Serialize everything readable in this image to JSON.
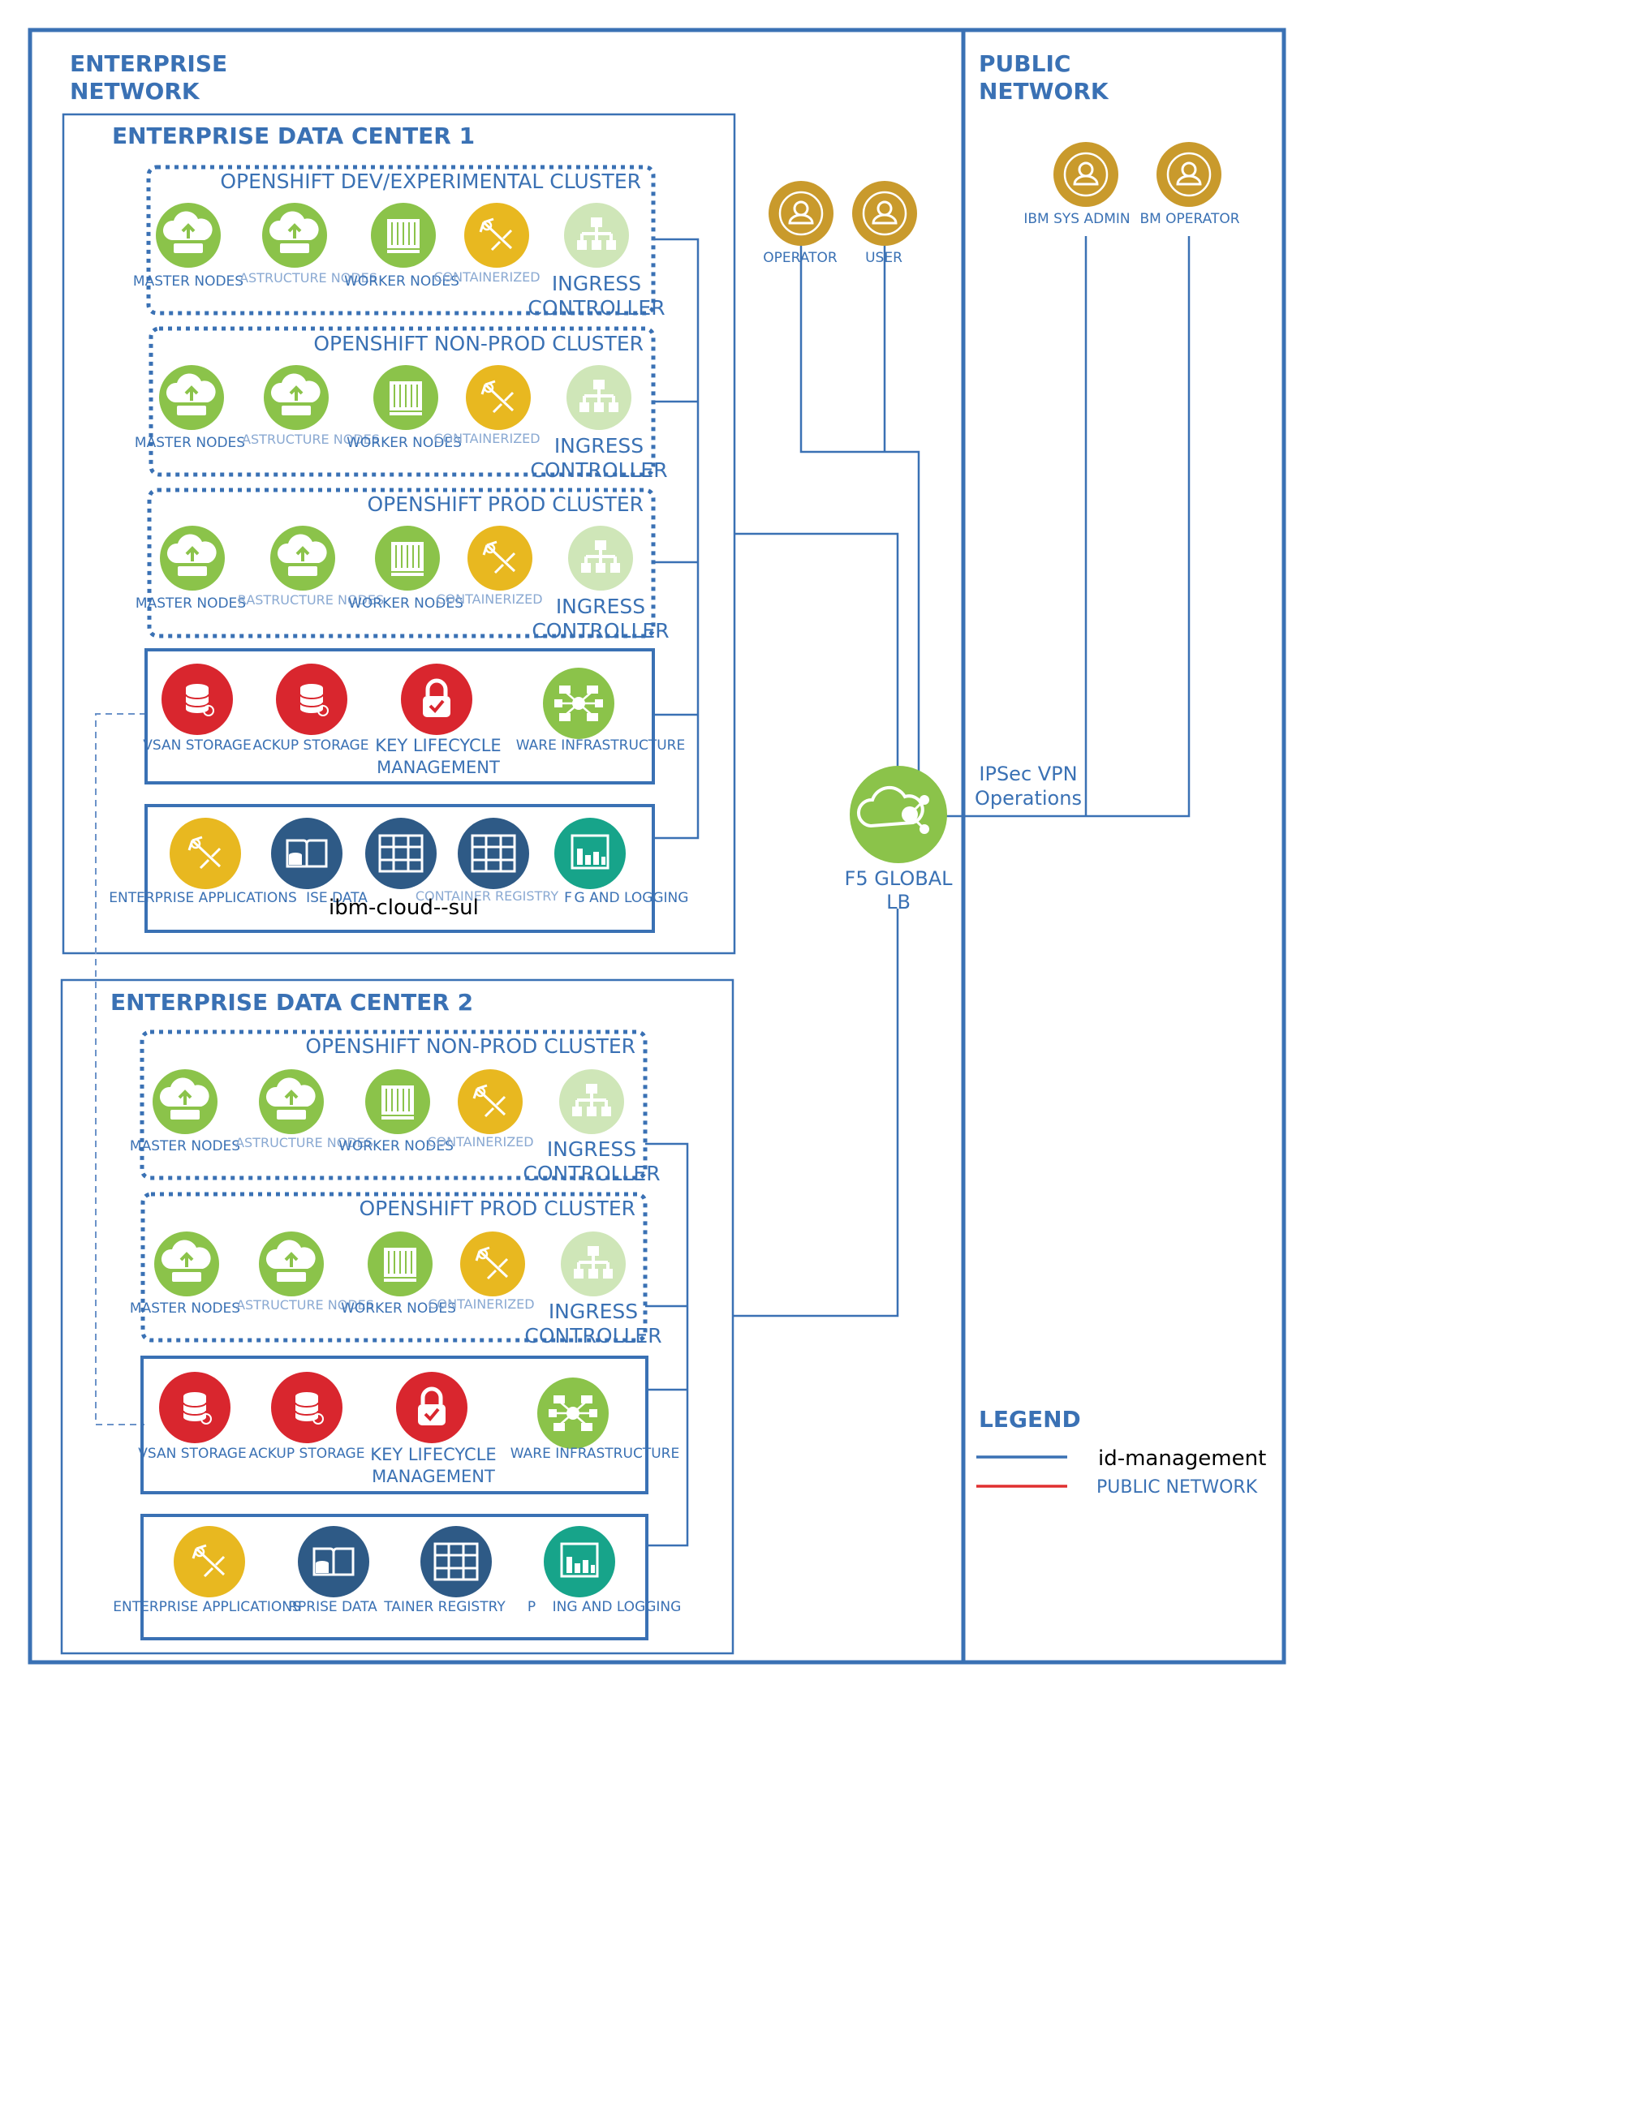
{
  "colors": {
    "line": "#3a71b4",
    "green": "#8bc34a",
    "yellow": "#e8b820",
    "lightgreen": "#cfe6b8",
    "red": "#d9262e",
    "navy": "#2e5a86",
    "teal": "#17a48a",
    "gold": "#c99a2c",
    "lbgreen": "#8bc34a",
    "legend_red": "#e03030"
  },
  "zones": {
    "enterprise_line1": "ENTERPRISE",
    "enterprise_line2": "NETWORK",
    "public_line1": "PUBLIC",
    "public_line2": "NETWORK"
  },
  "dc1": {
    "title": "ENTERPRISE DATA CENTER 1",
    "clusters": [
      {
        "title": "OPENSHIFT DEV/EXPERIMENTAL CLUSTER",
        "nodes": [
          {
            "label": "MASTER NODES",
            "icon": "cloud-upload-icon"
          },
          {
            "label": "ASTRUCTURE NODES",
            "icon": "cloud-upload-icon"
          },
          {
            "label": "WORKER NODES",
            "icon": "server-rack-icon"
          },
          {
            "label": "CONTAINERIZED",
            "icon": "compass-icon"
          }
        ],
        "ingress": [
          "INGRESS",
          "CONTROLLER"
        ]
      },
      {
        "title": "OPENSHIFT NON-PROD CLUSTER",
        "nodes": [
          {
            "label": "MASTER NODES",
            "icon": "cloud-upload-icon"
          },
          {
            "label": "ASTRUCTURE NODES",
            "icon": "cloud-upload-icon"
          },
          {
            "label": "WORKER NODES",
            "icon": "server-rack-icon"
          },
          {
            "label": "CONTAINERIZED",
            "icon": "compass-icon"
          }
        ],
        "ingress": [
          "INGRESS",
          "CONTROLLER"
        ]
      },
      {
        "title": "OPENSHIFT PROD CLUSTER",
        "nodes": [
          {
            "label": "MASTER NODES",
            "icon": "cloud-upload-icon"
          },
          {
            "label": "RASTRUCTURE NODES",
            "icon": "cloud-upload-icon"
          },
          {
            "label": "WORKER NODES",
            "icon": "server-rack-icon"
          },
          {
            "label": "CONTAINERIZED",
            "icon": "compass-icon"
          }
        ],
        "ingress": [
          "INGRESS",
          "CONTROLLER"
        ]
      }
    ],
    "infra": {
      "items": [
        {
          "label": "VSAN STORAGE",
          "icon": "database-icon"
        },
        {
          "label": "ACKUP STORAGE",
          "icon": "database-icon"
        },
        {
          "label": "KEY LIFECYCLE",
          "label2": "MANAGEMENT",
          "icon": "lock-icon"
        },
        {
          "label": "WARE INFRASTRUCTURE",
          "icon": "network-icon"
        }
      ]
    },
    "apps": {
      "items": [
        {
          "label": "ENTERPRISE APPLICATIONS",
          "icon": "compass-icon"
        },
        {
          "label": "ISE DATA",
          "icon": "book-database-icon"
        },
        {
          "label": "",
          "icon": "grid-icon"
        },
        {
          "label": "CONTAINER REGISTRY",
          "icon": "grid-icon"
        },
        {
          "label": "G AND LOGGING",
          "icon": "bar-chart-icon"
        }
      ],
      "extra_label": "F"
    },
    "watermark": "ibm-cloud--sul"
  },
  "dc2": {
    "title": "ENTERPRISE DATA CENTER 2",
    "clusters": [
      {
        "title": "OPENSHIFT NON-PROD CLUSTER",
        "nodes": [
          {
            "label": "MASTER NODES",
            "icon": "cloud-upload-icon"
          },
          {
            "label": "ASTRUCTURE NODES",
            "icon": "cloud-upload-icon"
          },
          {
            "label": "WORKER NODES",
            "icon": "server-rack-icon"
          },
          {
            "label": "CONTAINERIZED",
            "icon": "compass-icon"
          }
        ],
        "ingress": [
          "INGRESS",
          "CONTROLLER"
        ]
      },
      {
        "title": "OPENSHIFT PROD CLUSTER",
        "nodes": [
          {
            "label": "MASTER NODES",
            "icon": "cloud-upload-icon"
          },
          {
            "label": "ASTRUCTURE NODES",
            "icon": "cloud-upload-icon"
          },
          {
            "label": "WORKER NODES",
            "icon": "server-rack-icon"
          },
          {
            "label": "CONTAINERIZED",
            "icon": "compass-icon"
          }
        ],
        "ingress": [
          "INGRESS",
          "CONTROLLER"
        ]
      }
    ],
    "infra": {
      "items": [
        {
          "label": "VSAN STORAGE",
          "icon": "database-icon"
        },
        {
          "label": "ACKUP STORAGE",
          "icon": "database-icon"
        },
        {
          "label": "KEY LIFECYCLE",
          "label2": "MANAGEMENT",
          "icon": "lock-icon"
        },
        {
          "label": "WARE INFRASTRUCTURE",
          "icon": "network-icon"
        }
      ]
    },
    "apps": {
      "items": [
        {
          "label": "ENTERPRISE APPLICATIONS",
          "icon": "compass-icon"
        },
        {
          "label": "RPRISE DATA",
          "icon": "book-database-icon"
        },
        {
          "label": "TAINER REGISTRY",
          "icon": "grid-icon"
        },
        {
          "label": "ING AND LOGGING",
          "icon": "bar-chart-icon"
        }
      ],
      "extra_label": "P"
    }
  },
  "people": {
    "operator": "OPERATOR",
    "user": "USER",
    "ibm_sys_admin": "IBM SYS ADMIN",
    "ibm_operator": "BM OPERATOR"
  },
  "lb": {
    "line1": "F5 GLOBAL",
    "line2": "LB"
  },
  "vpn": {
    "line1": "IPSec VPN",
    "line2": "Operations"
  },
  "legend": {
    "title": "LEGEND",
    "items": [
      {
        "label": "id-management"
      },
      {
        "label": "PUBLIC NETWORK"
      }
    ]
  }
}
